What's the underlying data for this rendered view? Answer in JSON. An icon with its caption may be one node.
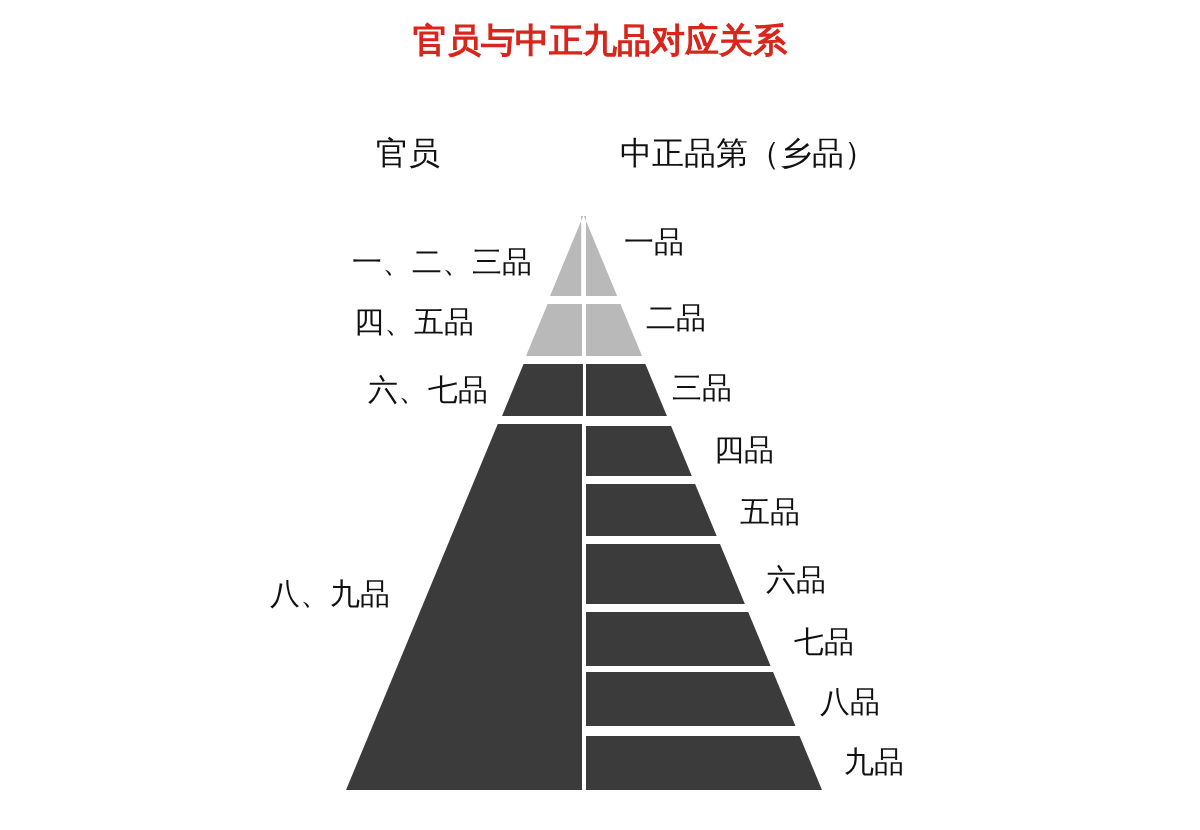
{
  "diagram": {
    "title": "官员与中正九品对应关系",
    "nodes": [
      {
        "text": [],
        "shape": "bar",
        "beside": [
          "一、二、三品"
        ]
      },
      {
        "text": [],
        "shape": "bar",
        "beside": [
          "四、五品"
        ]
      },
      {
        "text": [],
        "shape": "bar",
        "beside": [
          "六、七品"
        ]
      },
      {
        "text": [],
        "shape": "bar",
        "beside": [
          "八、九品"
        ]
      },
      {
        "text": [],
        "shape": "bar",
        "beside": [
          "一品"
        ]
      },
      {
        "text": [],
        "shape": "bar",
        "beside": [
          "二品"
        ]
      },
      {
        "text": [],
        "shape": "bar",
        "beside": [
          "三品"
        ]
      },
      {
        "text": [],
        "shape": "bar",
        "beside": [
          "四品"
        ]
      },
      {
        "text": [],
        "shape": "bar",
        "beside": [
          "五品"
        ]
      },
      {
        "text": [],
        "shape": "bar",
        "beside": [
          "六品"
        ]
      },
      {
        "text": [],
        "shape": "bar",
        "beside": [
          "七品"
        ]
      },
      {
        "text": [],
        "shape": "bar",
        "beside": [
          "八品"
        ]
      },
      {
        "text": [],
        "shape": "bar",
        "beside": [
          "九品"
        ]
      }
    ],
    "edges": [],
    "labels": [
      "官员",
      "中正品第（乡品）"
    ]
  }
}
